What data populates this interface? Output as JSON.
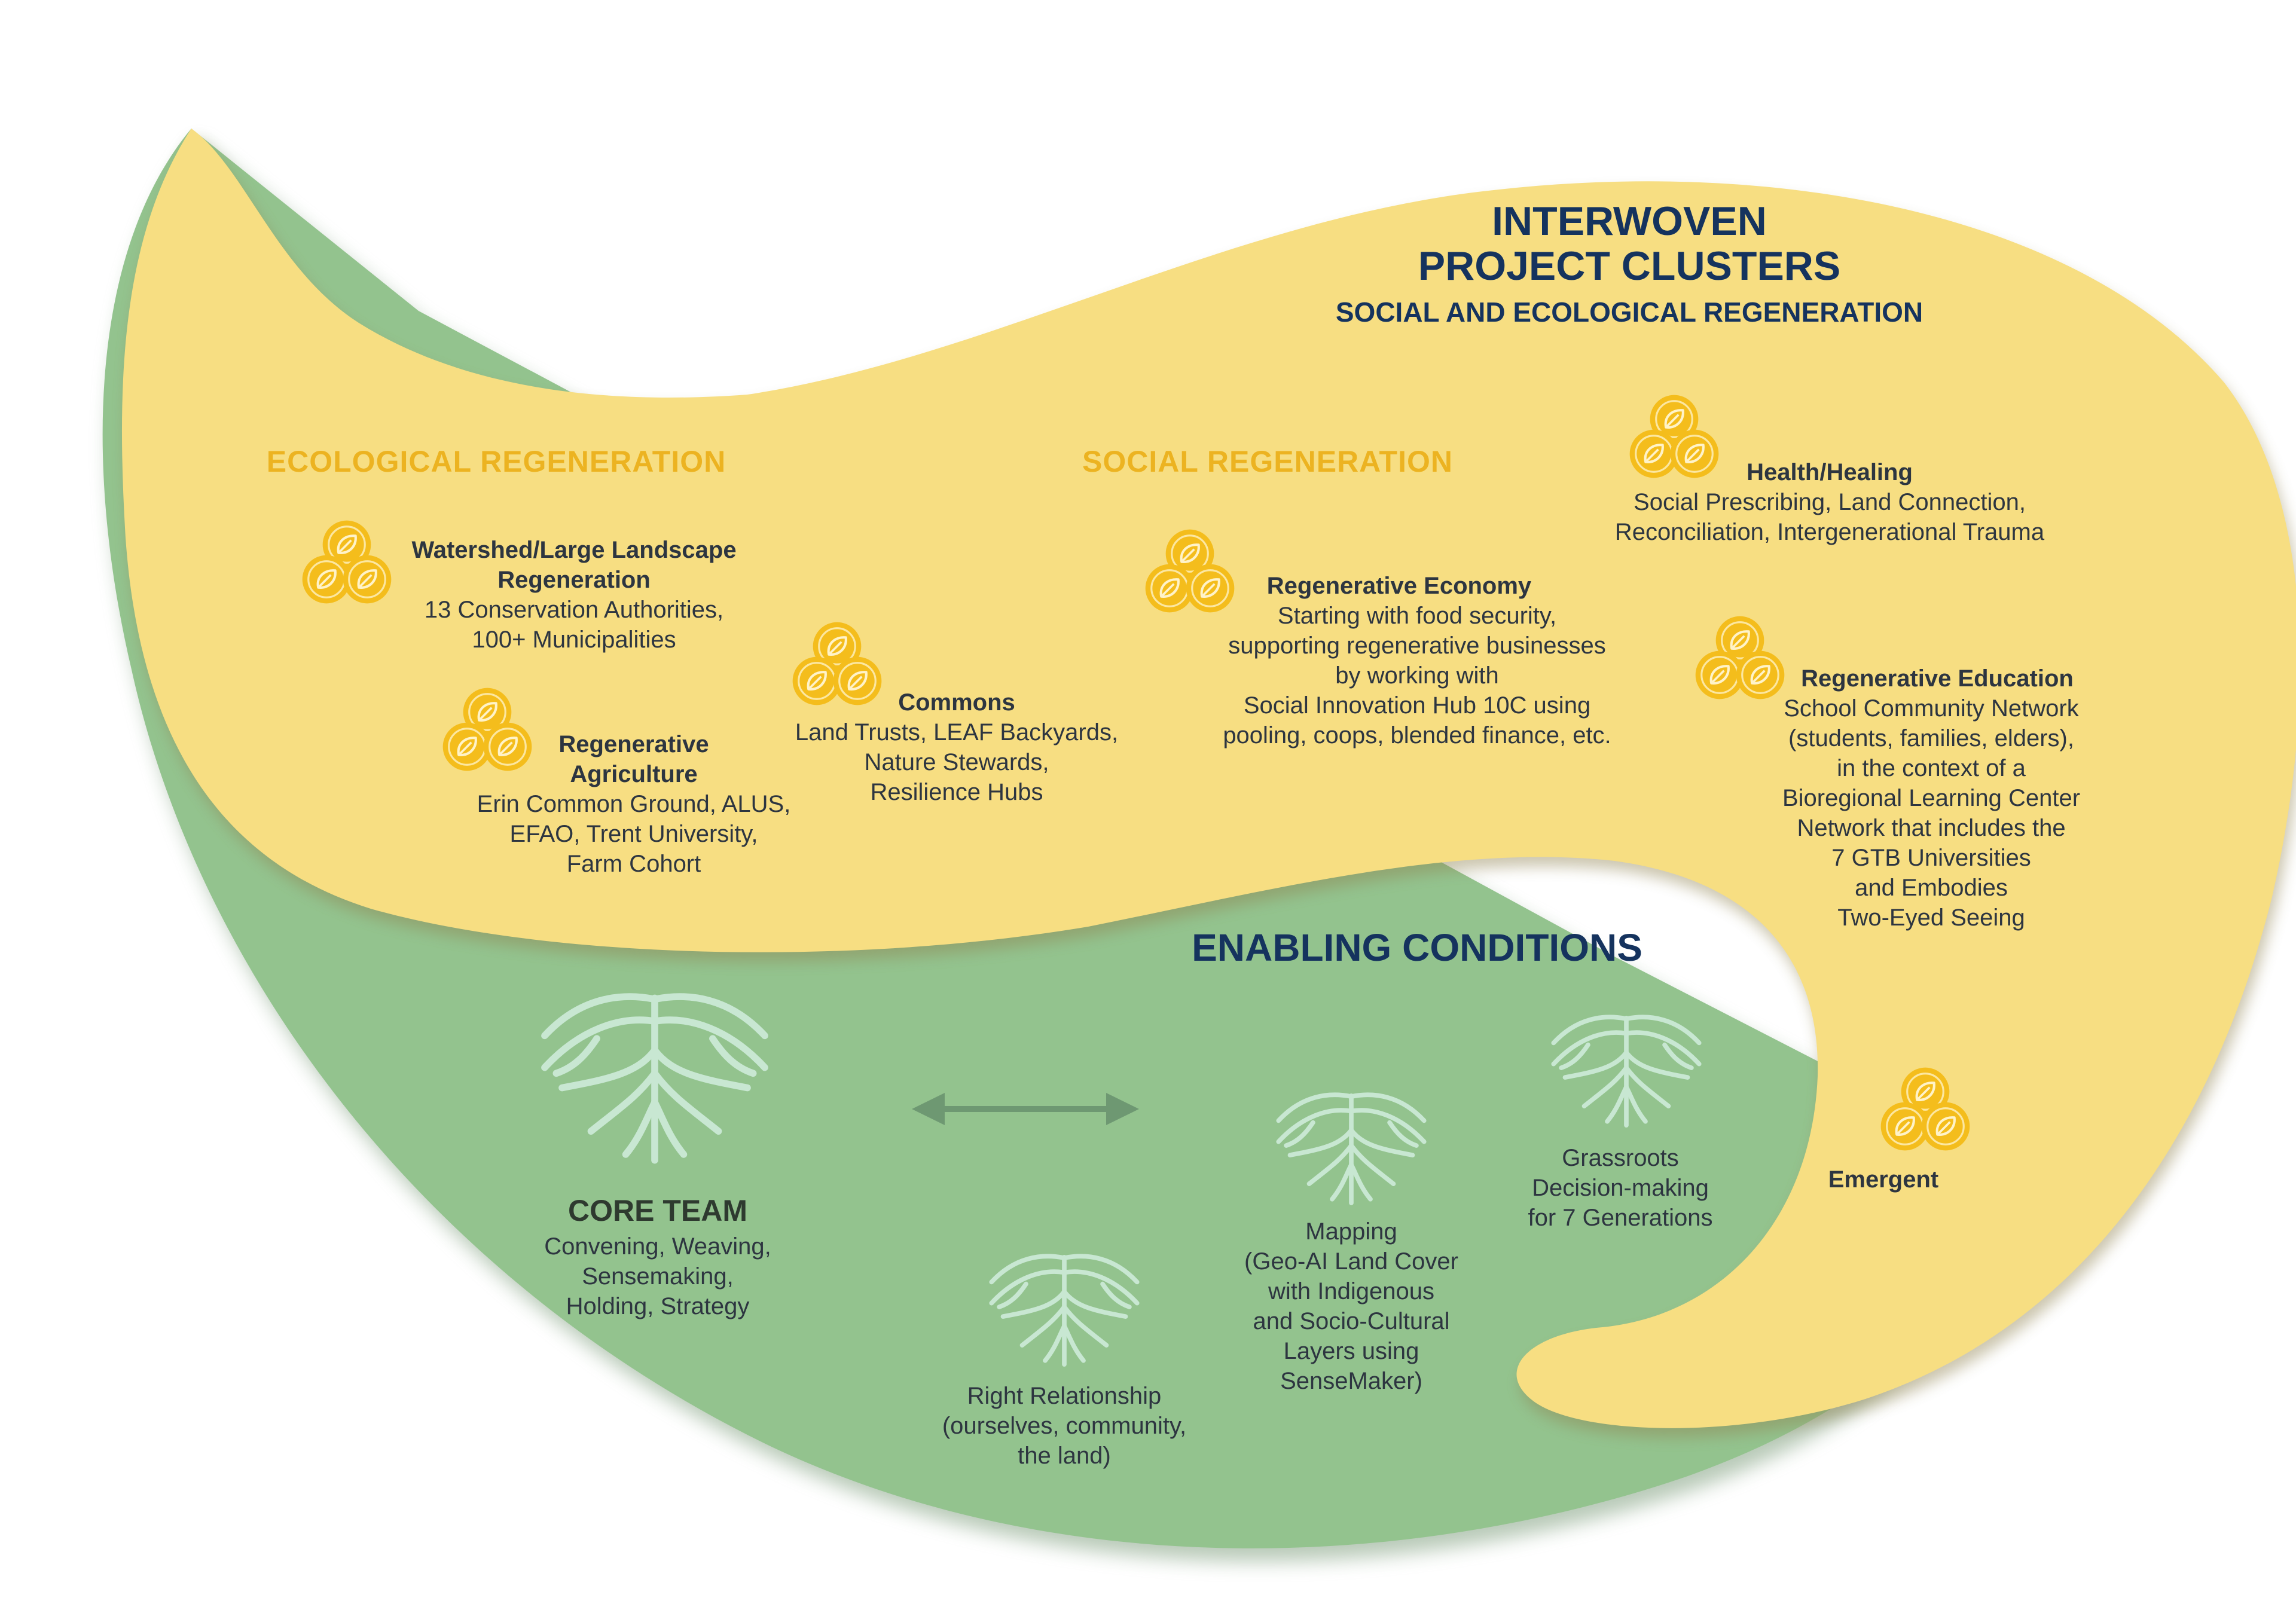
{
  "title": {
    "line1": "INTERWOVEN",
    "line2": "PROJECT CLUSTERS",
    "subtitle": "SOCIAL AND ECOLOGICAL REGENERATION"
  },
  "colors": {
    "yellow": "#f7de82",
    "green": "#93c38e",
    "navy": "#15335e",
    "gold": "#ecb321",
    "coin": "#f4bd1c",
    "root": "#c8e7d2",
    "arrow": "#6e9872"
  },
  "sections": {
    "ecological": "ECOLOGICAL REGENERATION",
    "social": "SOCIAL REGENERATION",
    "enabling": "ENABLING CONDITIONS"
  },
  "clusters": {
    "watershed": {
      "title": "Watershed/Large Landscape\nRegeneration",
      "body": "13 Conservation Authorities,\n100+ Municipalities",
      "icon": "leaf-coin-icon"
    },
    "agriculture": {
      "title": "Regenerative\nAgriculture",
      "body": "Erin Common Ground, ALUS,\nEFAO, Trent University,\nFarm Cohort",
      "icon": "leaf-coin-icon"
    },
    "commons": {
      "title": "Commons",
      "body": "Land Trusts, LEAF Backyards,\nNature Stewards,\nResilience Hubs",
      "icon": "leaf-coin-icon"
    },
    "economy": {
      "title": "Regenerative Economy",
      "body": "Starting with food security,\nsupporting regenerative businesses\nby working with\nSocial Innovation Hub 10C using\npooling, coops, blended finance, etc.",
      "icon": "leaf-coin-icon"
    },
    "health": {
      "title": "Health/Healing",
      "body": "Social Prescribing, Land Connection,\nReconciliation, Intergenerational Trauma",
      "icon": "leaf-coin-icon"
    },
    "education": {
      "title": "Regenerative Education",
      "body": "School Community Network\n(students, families, elders),\nin the context of a\nBioregional Learning Center\nNetwork that includes the\n7 GTB Universities\nand Embodies\nTwo-Eyed Seeing",
      "icon": "leaf-coin-icon"
    },
    "emergent": {
      "title": "Emergent",
      "icon": "leaf-coin-icon"
    }
  },
  "enabling": {
    "core": {
      "title": "CORE TEAM",
      "body": "Convening, Weaving,\nSensemaking,\nHolding, Strategy",
      "icon": "roots-icon"
    },
    "relationship": {
      "body": "Right Relationship\n(ourselves, community,\nthe land)",
      "icon": "roots-icon"
    },
    "mapping": {
      "body": "Mapping\n(Geo-AI Land Cover\nwith Indigenous\nand Socio-Cultural\nLayers using\nSenseMaker)",
      "icon": "roots-icon"
    },
    "grassroots": {
      "body": "Grassroots\nDecision-making\nfor 7 Generations",
      "icon": "roots-icon"
    }
  },
  "arrow_icon": "double-arrow-icon"
}
